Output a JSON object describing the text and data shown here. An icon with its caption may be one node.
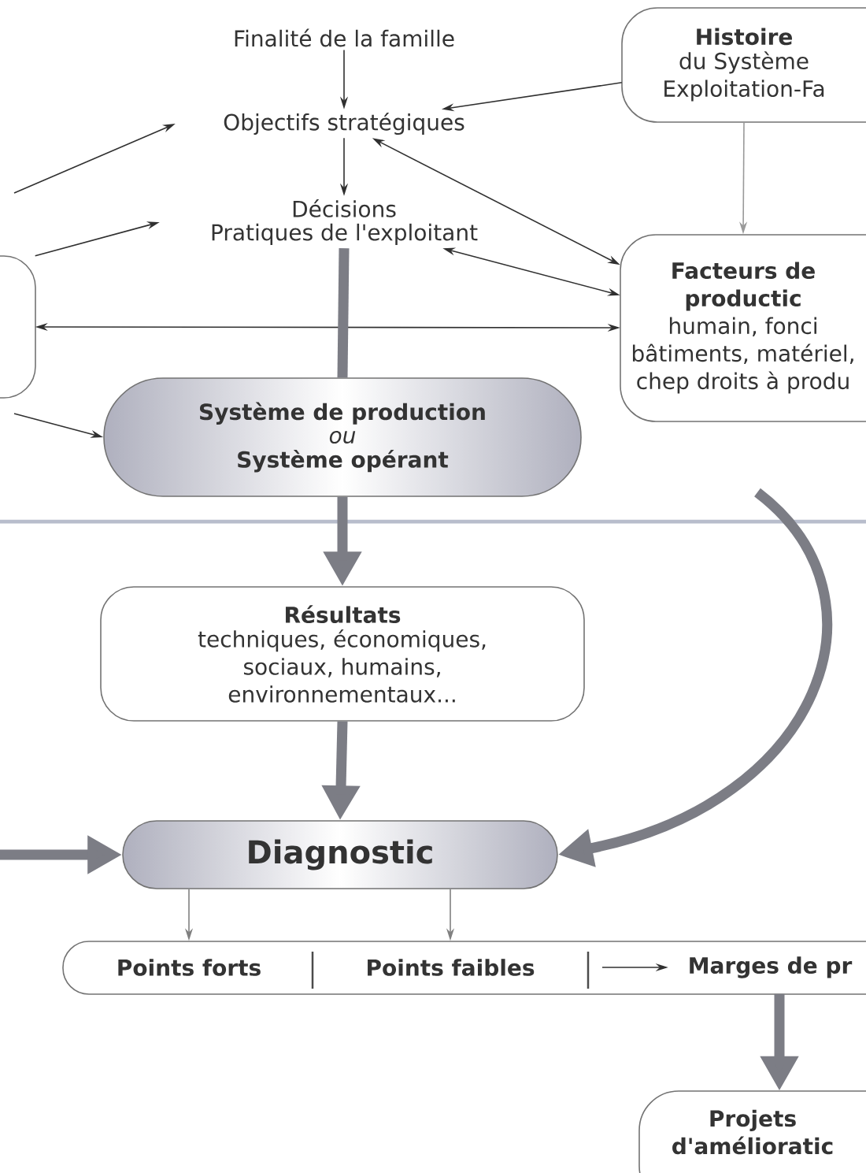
{
  "diagram": {
    "nodes": [
      {
        "text": [
          "Finalité de la famille"
        ]
      },
      {
        "text": [
          "Objectifs stratégiques"
        ]
      },
      {
        "text": [
          "Décisions",
          "Pratiques de l'exploitant"
        ]
      },
      {
        "text": [
          "Histoire",
          "du Système Exploitation-Fa"
        ]
      },
      {
        "text": [
          "Facteurs de productic",
          "humain, fonci bâtiments, matériel, chep droits à produ"
        ]
      },
      {
        "text": [],
        "shape": "box"
      },
      {
        "text": [
          "Système de production",
          "ou",
          "Système opérant"
        ]
      },
      {
        "text": [
          "Résultats",
          "techniques, économiques, sociaux, humains, environnementaux..."
        ]
      },
      {
        "text": [
          "Diagnostic"
        ]
      },
      {
        "text": [],
        "shape": "box"
      },
      {
        "text": [
          "Points forts"
        ],
        "in": 9
      },
      {
        "text": [
          "Points faibles"
        ],
        "in": 9
      },
      {
        "text": [
          "Marges de pr"
        ],
        "in": 9
      },
      {
        "text": [
          "Projets d'amélioratic"
        ]
      }
    ],
    "edges": [
      {
        "from": 0,
        "to": 1,
        "arrow": "to"
      },
      {
        "from": 1,
        "to": 2,
        "arrow": "to"
      },
      {
        "from": 3,
        "to": 1,
        "arrow": "to"
      },
      {
        "from": 3,
        "to": 4,
        "arrow": "to",
        "color": "#9a9a9a"
      },
      {
        "from": 1,
        "to": 4,
        "arrow": "both"
      },
      {
        "from": 2,
        "to": 4,
        "arrow": "both"
      },
      {
        "from": 5,
        "to": 4,
        "arrow": "both"
      },
      {
        "from": null,
        "to": 1,
        "arrow": "to"
      },
      {
        "from": 5,
        "to": 2,
        "arrow": "to"
      },
      {
        "from": null,
        "to": 6,
        "arrow": "to"
      },
      {
        "from": 2,
        "to": 6,
        "arrow": "none",
        "style": "thick",
        "color": "#7c7d85"
      },
      {
        "from": 6,
        "to": 7,
        "arrow": "to",
        "style": "thick",
        "color": "#7c7d85"
      },
      {
        "from": 7,
        "to": 8,
        "arrow": "to",
        "style": "thick",
        "color": "#7c7d85"
      },
      {
        "from": null,
        "to": 8,
        "arrow": "to",
        "style": "thick",
        "color": "#7c7d85"
      },
      {
        "from": null,
        "to": 8,
        "arrow": "to",
        "style": "thick",
        "color": "#7c7d85"
      },
      {
        "from": 8,
        "to": 10,
        "arrow": "to",
        "color": "#808080"
      },
      {
        "from": 8,
        "to": 11,
        "arrow": "to",
        "color": "#808080"
      },
      {
        "from": null,
        "to": 12,
        "arrow": "to"
      },
      {
        "from": 9,
        "to": 13,
        "arrow": "to",
        "style": "thick",
        "color": "#7c7d85"
      }
    ]
  }
}
